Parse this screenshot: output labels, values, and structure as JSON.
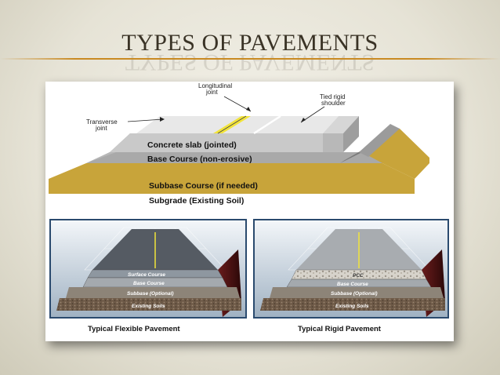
{
  "slide": {
    "title": "TYPES OF PAVEMENTS"
  },
  "top_diagram": {
    "labels": {
      "longitudinal_joint": [
        "Longitudinal",
        "joint"
      ],
      "tied_rigid_shoulder": [
        "Tied rigid",
        "shoulder"
      ],
      "transverse_joint": [
        "Transverse",
        "joint"
      ]
    },
    "layers": {
      "concrete_slab": "Concrete slab (jointed)",
      "base_course": "Base Course (non-erosive)",
      "subbase_course": "Subbase Course (if needed)",
      "subgrade": "Subgrade (Existing Soil)"
    }
  },
  "flexible": {
    "caption": "Typical Flexible Pavement",
    "layers": {
      "surface": "Surface Course",
      "base": "Base Course",
      "subbase": "Subbase (Optional)",
      "soils": "Existing Soils"
    }
  },
  "rigid": {
    "caption": "Typical Rigid Pavement",
    "layers": {
      "pcc": "PCC",
      "base": "Base Course",
      "subbase": "Subbase (Optional)",
      "soils": "Existing Soils"
    }
  },
  "colors": {
    "accent_rule": "#c98a23",
    "subbase_yellow": "#c8a43a",
    "joint_yellow": "#f2e43a",
    "panel_border": "#2a4a6e"
  }
}
